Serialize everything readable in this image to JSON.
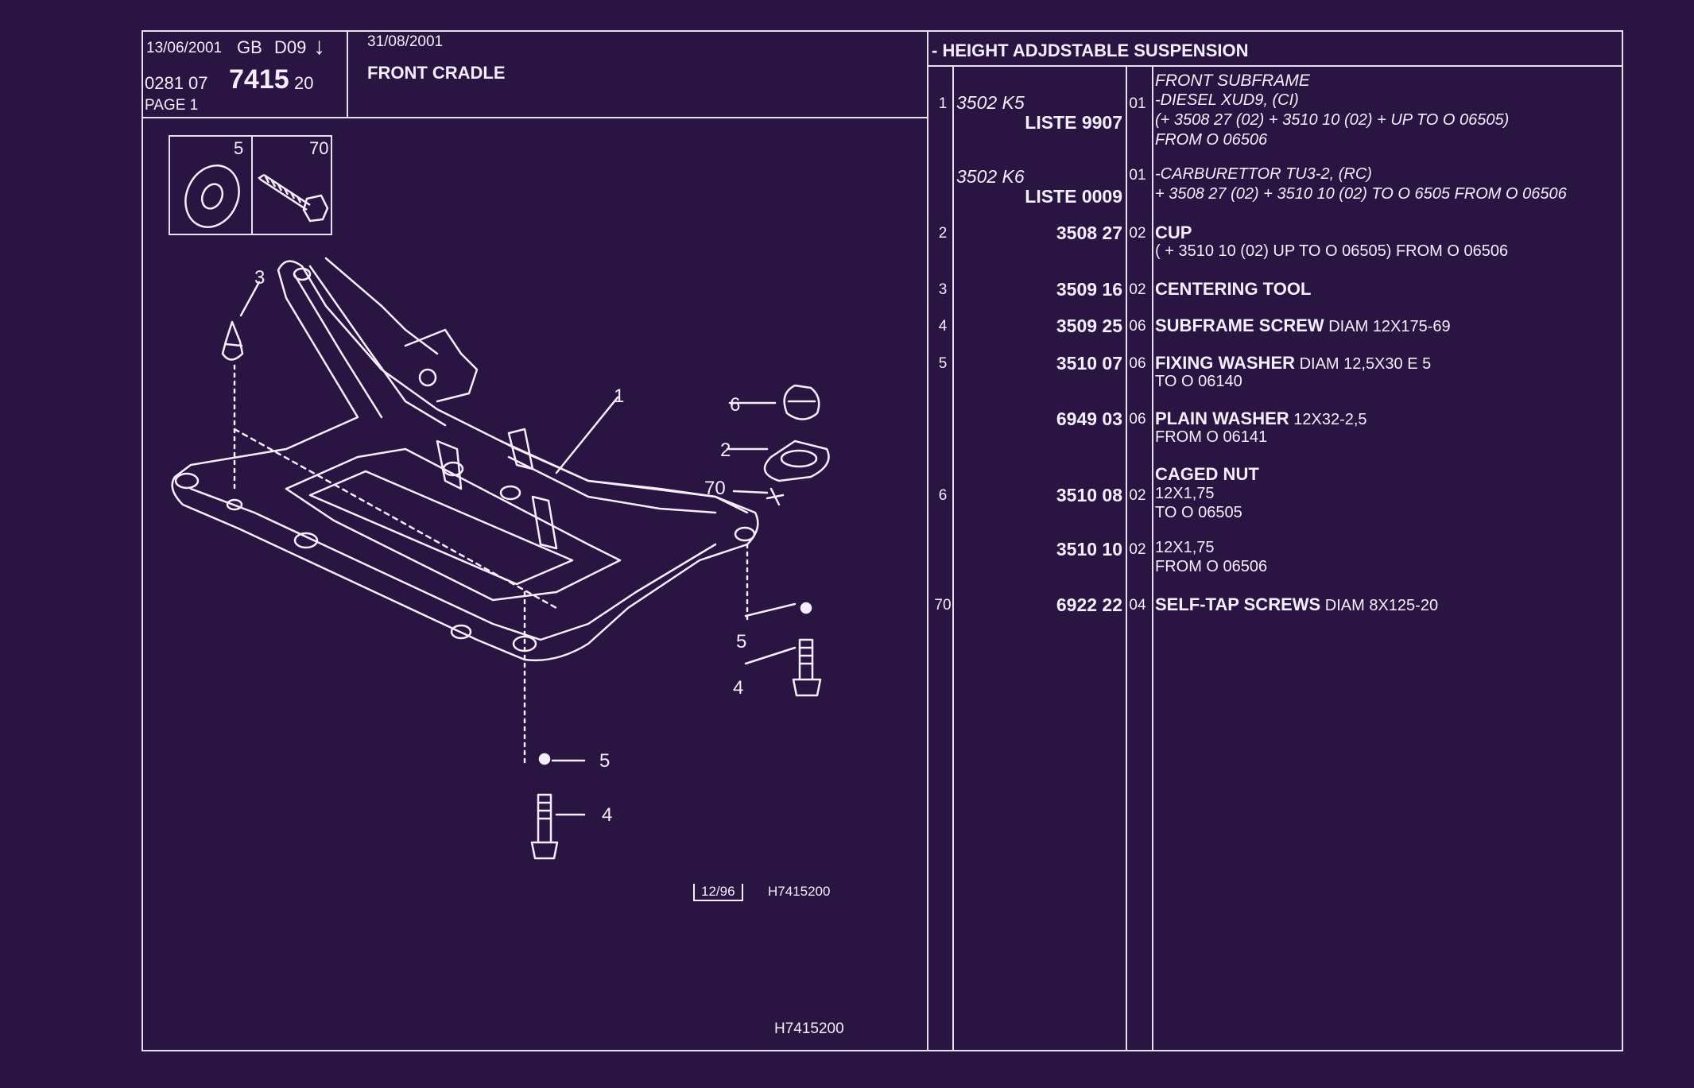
{
  "header": {
    "date1": "13/06/2001",
    "region": "GB",
    "code": "D09",
    "arrow": "↓",
    "ref_prefix": "0281 07",
    "ref_main": "7415",
    "ref_suffix": "20",
    "page_label": "PAGE 1",
    "date2": "31/08/2001",
    "title": "FRONT CRADLE",
    "section_title": "- HEIGHT ADJDSTABLE SUSPENSION"
  },
  "inset": {
    "left_num": "5",
    "right_num": "70"
  },
  "callouts": {
    "c1": "1",
    "c2": "2",
    "c3": "3",
    "c4a": "4",
    "c4b": "4",
    "c5a": "5",
    "c5b": "5",
    "c6": "6",
    "c70": "70"
  },
  "footer": {
    "stamp_date": "12/96",
    "stamp_ref": "H7415200",
    "bottom_ref": "H7415200"
  },
  "parts": [
    {
      "num": "1",
      "code": "3502 K5",
      "liste": "LISTE 9907",
      "qty": "01",
      "lines": [
        "FRONT SUBFRAME",
        "-DIESEL XUD9, (CI)",
        "(+ 3508 27 (02) + 3510 10 (02) + UP TO O 06505)",
        "FROM O 06506"
      ]
    },
    {
      "num": "",
      "code": "3502 K6",
      "liste": "LISTE 0009",
      "qty": "01",
      "lines": [
        "-CARBURETTOR TU3-2, (RC)",
        "+ 3508 27 (02) + 3510 10 (02) TO O 6505 FROM O 06506"
      ]
    },
    {
      "num": "2",
      "code": "3508 27",
      "qty": "02",
      "name": "CUP",
      "detail": "",
      "lines": [
        "( + 3510 10 (02) UP TO O 06505) FROM O 06506"
      ]
    },
    {
      "num": "3",
      "code": "3509 16",
      "qty": "02",
      "name": "CENTERING TOOL",
      "detail": ""
    },
    {
      "num": "4",
      "code": "3509 25",
      "qty": "06",
      "name": "SUBFRAME SCREW",
      "detail": "DIAM 12X175-69"
    },
    {
      "num": "5",
      "code": "3510 07",
      "qty": "06",
      "name": "FIXING WASHER",
      "detail": "DIAM 12,5X30 E 5",
      "lines": [
        "TO O 06140"
      ]
    },
    {
      "num": "",
      "code": "6949 03",
      "qty": "06",
      "name": "PLAIN WASHER",
      "detail": "12X32-2,5",
      "lines": [
        "FROM O 06141"
      ]
    },
    {
      "num": "6",
      "code": "3510 08",
      "qty": "02",
      "name": "CAGED NUT",
      "detail": "",
      "lines": [
        "12X1,75",
        "TO O 06505"
      ]
    },
    {
      "num": "",
      "code": "3510 10",
      "qty": "02",
      "name": "",
      "detail": "",
      "lines": [
        "12X1,75",
        "FROM O 06506"
      ]
    },
    {
      "num": "70",
      "code": "6922 22",
      "qty": "04",
      "name": "SELF-TAP SCREWS",
      "detail": "DIAM 8X125-20"
    }
  ]
}
